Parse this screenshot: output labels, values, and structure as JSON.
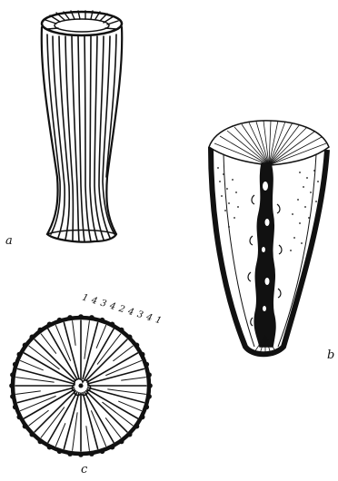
{
  "labels": {
    "a": "a",
    "b": "b",
    "c": "c"
  },
  "septa_sequence": "1 4 3 4 2 4 3 4 1",
  "ink_color": "#111111"
}
